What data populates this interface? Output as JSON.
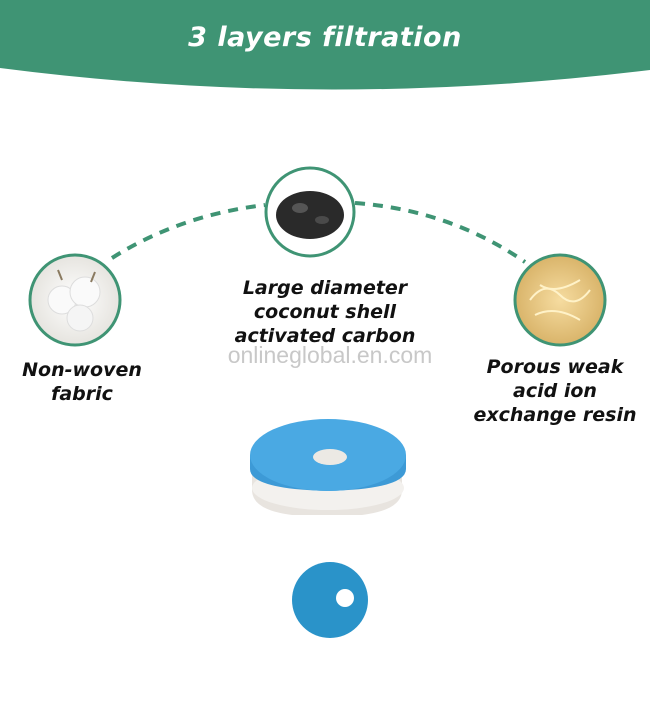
{
  "header": {
    "title": "3 layers filtration",
    "color": "#3f9474"
  },
  "layers": [
    {
      "name": "cotton",
      "lines": [
        "Non-woven",
        "fabric"
      ]
    },
    {
      "name": "carbon",
      "lines": [
        "Large diameter",
        "coconut shell",
        "activated carbon"
      ]
    },
    {
      "name": "resin",
      "lines": [
        "Porous weak",
        "acid ion",
        "exchange resin"
      ]
    }
  ],
  "watermark": "onlineglobal.en.com"
}
